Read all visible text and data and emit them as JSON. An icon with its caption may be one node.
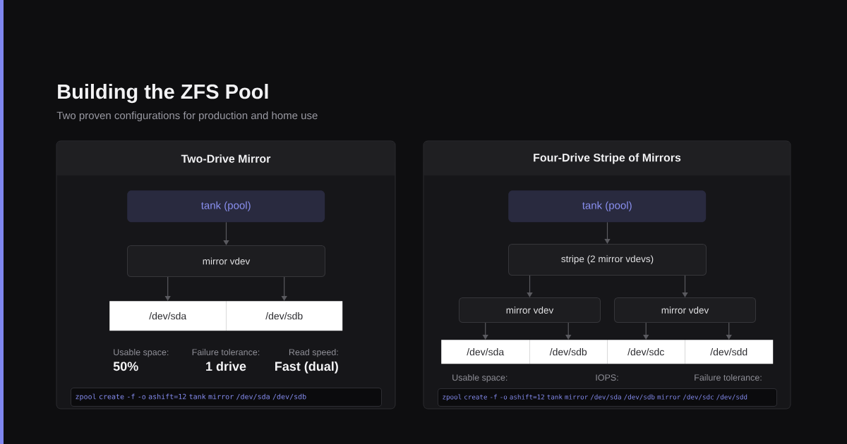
{
  "diagram": {
    "title": "Building the ZFS Pool",
    "nodes": [
      {
        "text": [
          "Two-Drive Mirror"
        ]
      },
      {
        "text": [
          "tank (pool)"
        ],
        "in": 0
      },
      {
        "text": [
          "mirror vdev"
        ],
        "in": 0
      },
      {
        "text": [
          "/dev/sda"
        ],
        "in": 0
      },
      {
        "text": [
          "/dev/sdb"
        ],
        "in": 0
      },
      {
        "text": [
          "zpool create -f -o ashift=12 tank mirror /dev/sda /dev/sdb"
        ],
        "in": 0
      },
      {
        "text": [
          "Four-Drive Stripe of Mirrors"
        ]
      },
      {
        "text": [
          "tank (pool)"
        ],
        "in": 6
      },
      {
        "text": [
          "stripe (2 mirror vdevs)"
        ],
        "in": 6
      },
      {
        "text": [
          "mirror vdev"
        ],
        "in": 6
      },
      {
        "text": [
          "mirror vdev"
        ],
        "in": 6
      },
      {
        "text": [
          "/dev/sda"
        ],
        "in": 6
      },
      {
        "text": [
          "/dev/sdb"
        ],
        "in": 6
      },
      {
        "text": [
          "/dev/sdc"
        ],
        "in": 6
      },
      {
        "text": [
          "/dev/sdd"
        ],
        "in": 6
      },
      {
        "text": [
          "zpool create -f -o ashift=12 tank mirror /dev/sda /dev/sdb mirror /dev/sdc /dev/sdd"
        ],
        "in": 6
      }
    ],
    "edges": [
      {
        "from": 1,
        "to": 2,
        "arrow": "to"
      },
      {
        "from": 2,
        "to": 3,
        "arrow": "to"
      },
      {
        "from": 2,
        "to": 4,
        "arrow": "to"
      },
      {
        "from": 7,
        "to": 8,
        "arrow": "to"
      },
      {
        "from": 8,
        "to": 9,
        "arrow": "to"
      },
      {
        "from": 8,
        "to": 10,
        "arrow": "to"
      },
      {
        "from": 9,
        "to": 11,
        "arrow": "to"
      },
      {
        "from": 9,
        "to": 12,
        "arrow": "to"
      },
      {
        "from": 10,
        "to": 13,
        "arrow": "to"
      },
      {
        "from": 10,
        "to": 14,
        "arrow": "to"
      }
    ],
    "labels": [
      "Two proven configurations for production and home use",
      "Usable space:",
      "50%",
      "Failure tolerance:",
      "1 drive",
      "Read speed:",
      "Fast (dual)",
      "Usable space:",
      "IOPS:",
      "Failure tolerance:"
    ]
  }
}
